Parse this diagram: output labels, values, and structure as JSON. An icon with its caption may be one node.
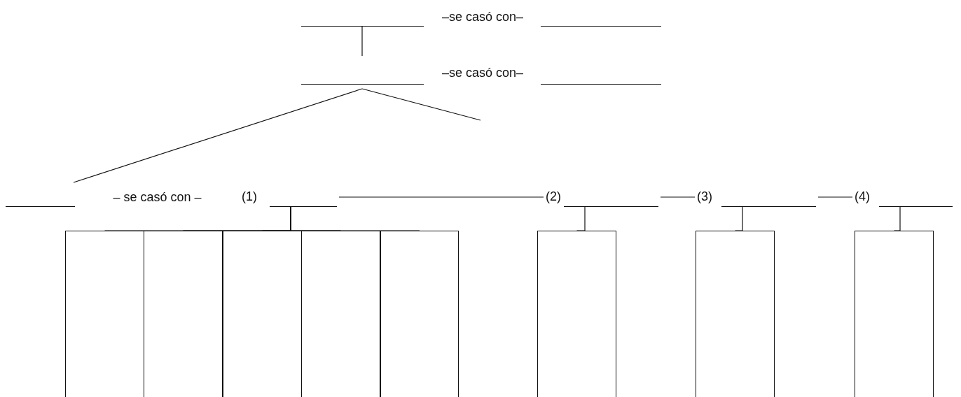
{
  "diagram": {
    "nodes": [
      {
        "text": [],
        "shape": "bar"
      },
      {
        "text": [],
        "shape": "bar"
      },
      {
        "text": [],
        "shape": "bar"
      },
      {
        "text": [],
        "shape": "bar"
      },
      {
        "text": [],
        "shape": "bar"
      },
      {
        "text": [],
        "shape": "bar",
        "beside": [
          "(1)"
        ]
      },
      {
        "text": [],
        "shape": "bar",
        "beside": [
          "(2)"
        ]
      },
      {
        "text": [],
        "shape": "bar",
        "beside": [
          "(3)"
        ]
      },
      {
        "text": [],
        "shape": "bar",
        "beside": [
          "(4)"
        ]
      },
      {
        "text": [],
        "shape": "box"
      },
      {
        "text": [],
        "shape": "box"
      },
      {
        "text": [],
        "shape": "box"
      },
      {
        "text": [],
        "shape": "box"
      },
      {
        "text": [],
        "shape": "box"
      },
      {
        "text": [],
        "shape": "box"
      },
      {
        "text": [],
        "shape": "box"
      },
      {
        "text": [],
        "shape": "box"
      }
    ],
    "edges": [
      {
        "from": 0,
        "to": 2,
        "arrow": "none"
      },
      {
        "from": 2,
        "to": 4,
        "arrow": "none"
      },
      {
        "from": 2,
        "to": null,
        "arrow": "none"
      },
      {
        "from": 5,
        "to": 6,
        "arrow": "none"
      },
      {
        "from": 6,
        "to": 7,
        "arrow": "none"
      },
      {
        "from": 7,
        "to": 8,
        "arrow": "none"
      },
      {
        "from": 5,
        "to": 9,
        "arrow": "none"
      },
      {
        "from": 5,
        "to": 10,
        "arrow": "none"
      },
      {
        "from": 5,
        "to": 11,
        "arrow": "none"
      },
      {
        "from": 5,
        "to": 12,
        "arrow": "none"
      },
      {
        "from": 5,
        "to": 13,
        "arrow": "none"
      },
      {
        "from": 6,
        "to": 14,
        "arrow": "none"
      },
      {
        "from": 7,
        "to": 15,
        "arrow": "none"
      },
      {
        "from": 8,
        "to": 16,
        "arrow": "none"
      }
    ],
    "labels": [
      "–se casó con–",
      "–se casó con–",
      "– se casó con –"
    ]
  }
}
